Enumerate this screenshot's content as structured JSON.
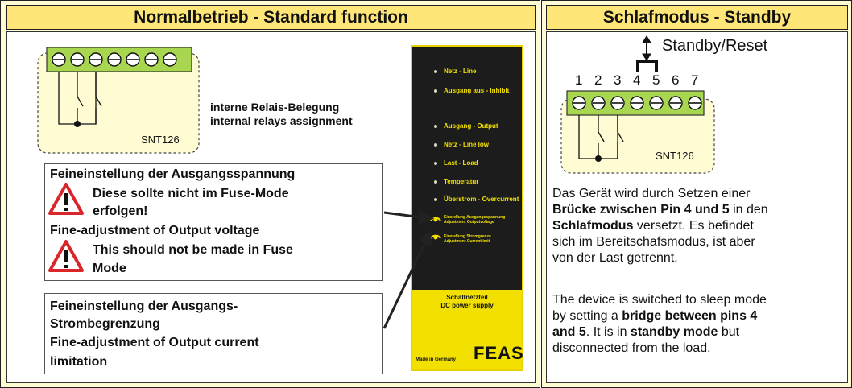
{
  "headers": {
    "normal": "Normalbetrieb  -  Standard function",
    "standby": "Schlafmodus - Standby"
  },
  "relay": {
    "module_label": "SNT126",
    "caption_de": "interne Relais-Belegung",
    "caption_en": "internal relays assignment"
  },
  "voltage_note": {
    "line1": "Feineinstellung der Ausgangsspannung",
    "warn_de_1": "Diese sollte nicht im Fuse-Mode",
    "warn_de_2": "erfolgen!",
    "line_en": "Fine-adjustment of Output voltage",
    "warn_en_1": "This should not be made in Fuse",
    "warn_en_2": "Mode"
  },
  "current_note": {
    "line1": "Feineinstellung der Ausgangs-",
    "line2": "Strombegrenzung",
    "line3": "Fine-adjustment of Output current",
    "line4": "limitation"
  },
  "device": {
    "leds": [
      "Netz  -  Line",
      "Ausgang aus  -  Inhibit",
      "Ausgang  -  Output",
      "Netz  -  Line low",
      "Last  -  Load",
      "Temperatur",
      "Überstrom  -  Overcurrent"
    ],
    "pot1_de": "Einstellung Ausgangsspannung",
    "pot1_en": "Adjustment Outputvoltage",
    "pot2_de": "Einstellung Stromgrenze",
    "pot2_en": "Adjustment Currentlimit",
    "product_de": "Schaltnetzteil",
    "product_en": "DC power supply",
    "made_in": "Made in Germany",
    "brand": "FEAS"
  },
  "standby": {
    "bridge_label": "Standby/Reset",
    "pins": [
      "1",
      "2",
      "3",
      "4",
      "5",
      "6",
      "7"
    ],
    "module_label": "SNT126",
    "de_1": "Das Gerät wird durch Setzen einer",
    "de_2a": "Brücke zwischen Pin 4 und 5",
    "de_2b": " in den",
    "de_3a": "Schlafmodus",
    "de_3b": " versetzt. Es befindet",
    "de_4": "sich im Bereitschafsmodus, ist aber",
    "de_5": "von der Last getrennt.",
    "en_1": "The device is switched to sleep mode",
    "en_2a": "by setting a ",
    "en_2b": "bridge between pins 4",
    "en_3a": "and 5",
    "en_3b": ". It is in ",
    "en_3c": "standby mode",
    "en_3d": " but",
    "en_4": "disconnected from the load."
  },
  "colors": {
    "panel": "#fffbd3",
    "header": "#ffe678",
    "terminal": "#a8d650",
    "device_text": "#f2e000",
    "warning": "#d8262b"
  }
}
